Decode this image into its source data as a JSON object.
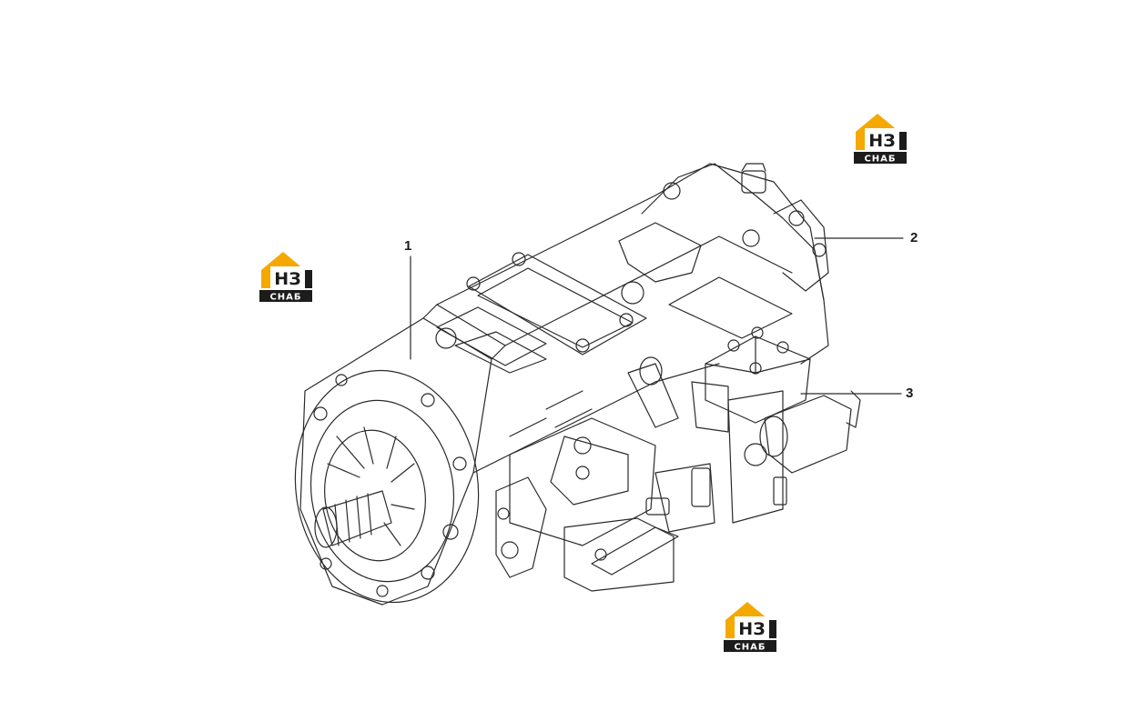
{
  "callouts": [
    {
      "id": "1",
      "label": "1"
    },
    {
      "id": "2",
      "label": "2"
    },
    {
      "id": "3",
      "label": "3"
    }
  ],
  "watermark": {
    "mark": "НЗ",
    "caption": "СНАБ",
    "colors": {
      "accent": "#f5a800",
      "dark": "#1c1c1c",
      "light": "#ffffff"
    }
  },
  "colors": {
    "line": "#2a2a2a",
    "paper": "#ffffff"
  }
}
